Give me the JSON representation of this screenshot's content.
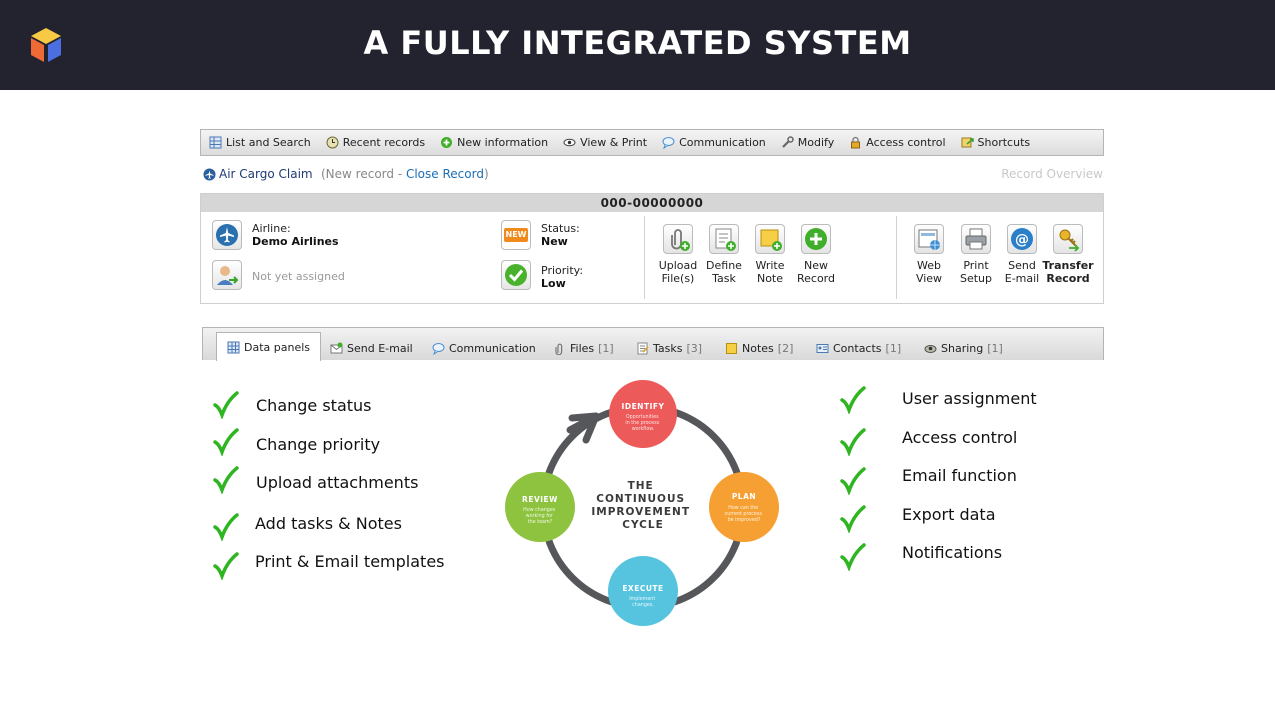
{
  "header": {
    "title": "A FULLY INTEGRATED SYSTEM"
  },
  "menubar": {
    "items": [
      {
        "label": "List and Search",
        "icon": "list-icon"
      },
      {
        "label": "Recent records",
        "icon": "recent-icon"
      },
      {
        "label": "New information",
        "icon": "plus-icon"
      },
      {
        "label": "View & Print",
        "icon": "eye-icon"
      },
      {
        "label": "Communication",
        "icon": "chat-icon"
      },
      {
        "label": "Modify",
        "icon": "wrench-icon"
      },
      {
        "label": "Access control",
        "icon": "lock-icon"
      },
      {
        "label": "Shortcuts",
        "icon": "shortcut-icon"
      }
    ]
  },
  "breadcrumb": {
    "title": "Air Cargo Claim",
    "paren_open": "(New record - ",
    "close_link": "Close Record",
    "paren_close": ")",
    "overview": "Record Overview"
  },
  "record": {
    "id": "000-00000000",
    "airline_label": "Airline:",
    "airline_value": "Demo Airlines",
    "assign_text": "Not yet assigned",
    "status_label": "Status:",
    "status_value": "New",
    "new_badge": "NEW",
    "priority_label": "Priority:",
    "priority_value": "Low",
    "actions": [
      {
        "line1": "Upload",
        "line2": "File(s)"
      },
      {
        "line1": "Define",
        "line2": "Task"
      },
      {
        "line1": "Write",
        "line2": "Note"
      },
      {
        "line1": "New",
        "line2": "Record"
      },
      {
        "line1": "Web",
        "line2": "View"
      },
      {
        "line1": "Print",
        "line2": "Setup"
      },
      {
        "line1": "Send",
        "line2": "E-mail"
      },
      {
        "line1": "Transfer",
        "line2": "Record"
      }
    ]
  },
  "tabs": [
    {
      "label": "Data panels",
      "count": ""
    },
    {
      "label": "Send E-mail",
      "count": ""
    },
    {
      "label": "Communication",
      "count": ""
    },
    {
      "label": "Files",
      "count": "[1]"
    },
    {
      "label": "Tasks",
      "count": "[3]"
    },
    {
      "label": "Notes",
      "count": "[2]"
    },
    {
      "label": "Contacts",
      "count": "[1]"
    },
    {
      "label": "Sharing",
      "count": "[1]"
    }
  ],
  "left_features": [
    "Change status",
    "Change priority",
    "Upload attachments",
    "Add tasks & Notes",
    "Print & Email templates"
  ],
  "right_features": [
    "User assignment",
    "Access control",
    "Email function",
    "Export data",
    "Notifications"
  ],
  "cycle": {
    "center_lines": [
      "THE",
      "CONTINUOUS",
      "IMPROVEMENT",
      "CYCLE"
    ],
    "identify": {
      "title": "IDENTIFY",
      "lines": [
        "Opportunities",
        "in the process",
        "workflow."
      ]
    },
    "plan": {
      "title": "PLAN",
      "lines": [
        "How can the",
        "current process",
        "be improved?"
      ]
    },
    "execute": {
      "title": "EXECUTE",
      "lines": [
        "Implement",
        "changes."
      ]
    },
    "review": {
      "title": "REVIEW",
      "lines": [
        "How changes",
        "working for",
        "the team?"
      ]
    },
    "colors": {
      "identify": "#ec5a5a",
      "plan": "#f6a033",
      "execute": "#56c4df",
      "review": "#8dc33f",
      "ring": "#55575a"
    }
  },
  "colors": {
    "header_bg": "#22232f",
    "check": "#2fb521",
    "link": "#1b6fb5"
  }
}
